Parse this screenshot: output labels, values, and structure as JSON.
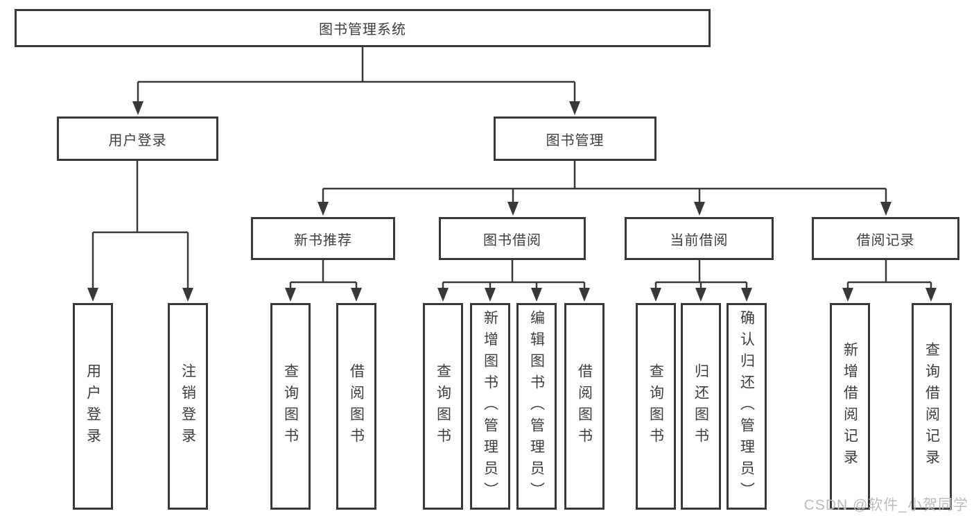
{
  "tree": {
    "root": {
      "label": "图书管理系统",
      "children": [
        {
          "label": "用户登录",
          "children": [
            {
              "label": "用户登录"
            },
            {
              "label": "注销登录"
            }
          ]
        },
        {
          "label": "图书管理",
          "children": [
            {
              "label": "新书推荐",
              "children": [
                {
                  "label": "查询图书"
                },
                {
                  "label": "借阅图书"
                }
              ]
            },
            {
              "label": "图书借阅",
              "children": [
                {
                  "label": "查询图书"
                },
                {
                  "label": "新增图书（管理员）"
                },
                {
                  "label": "编辑图书（管理员）"
                },
                {
                  "label": "借阅图书"
                }
              ]
            },
            {
              "label": "当前借阅",
              "children": [
                {
                  "label": "查询图书"
                },
                {
                  "label": "归还图书"
                },
                {
                  "label": "确认归还（管理员）"
                }
              ]
            },
            {
              "label": "借阅记录",
              "children": [
                {
                  "label": "新增借阅记录"
                },
                {
                  "label": "查询借阅记录"
                }
              ]
            }
          ]
        }
      ]
    }
  },
  "watermark": {
    "text": "CSDN @软件_小贺同学"
  },
  "colors": {
    "line": "#383838",
    "box_border": "#383838",
    "text": "#3d3d3d",
    "watermark": "#bdbdbd",
    "background": "#ffffff"
  }
}
